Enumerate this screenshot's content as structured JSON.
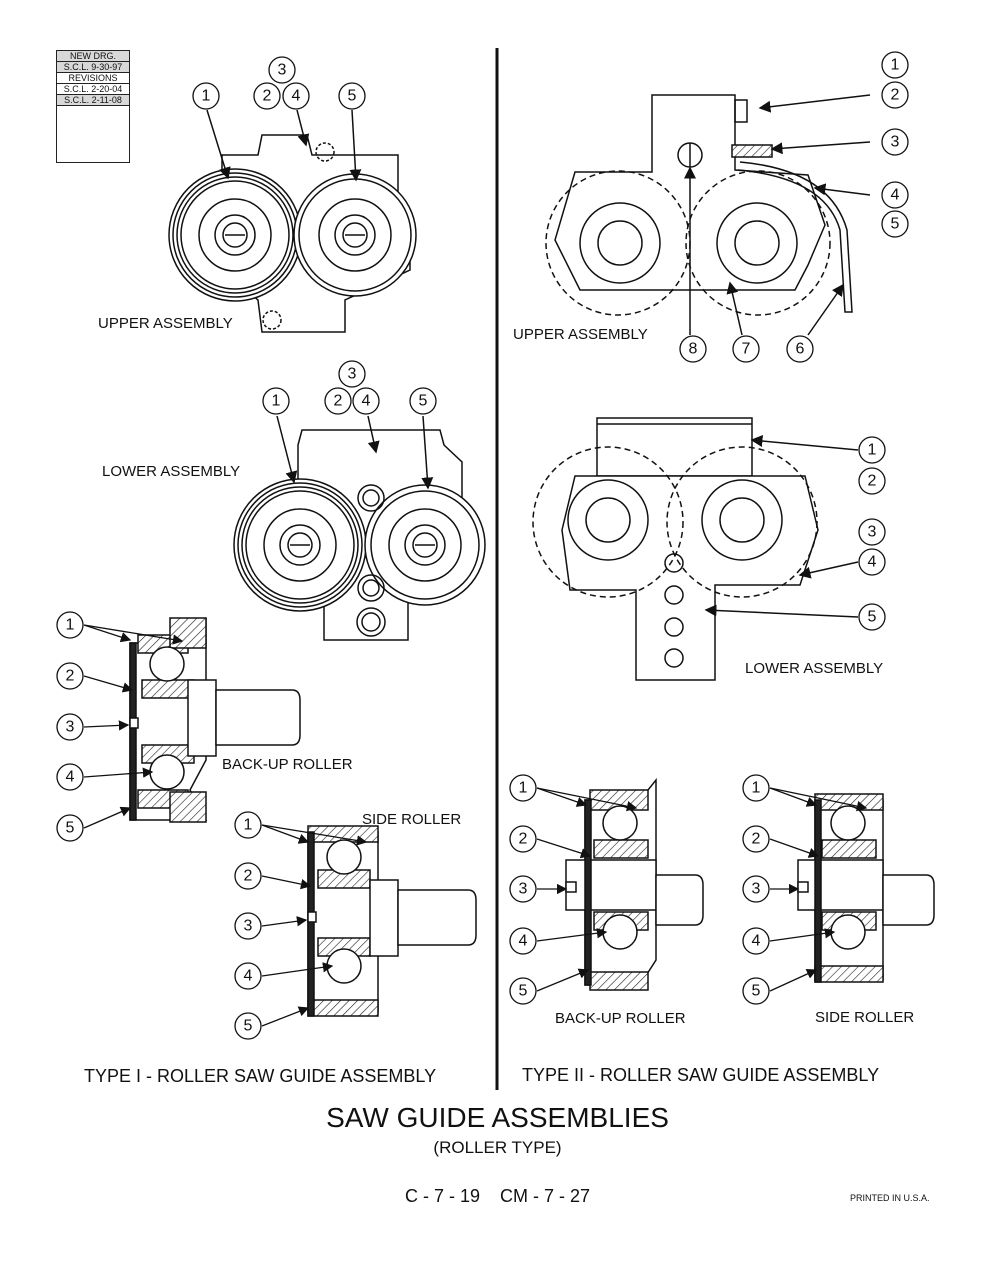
{
  "revisions": {
    "new_drg_label": "NEW DRG.",
    "new_drg_value": "S.C.L. 9-30-97",
    "revisions_label": "REVISIONS",
    "rev1": "S.C.L. 2-20-04",
    "rev2": "S.C.L. 2-11-08"
  },
  "type1": {
    "upper_label": "UPPER ASSEMBLY",
    "lower_label": "LOWER ASSEMBLY",
    "backup_label": "BACK-UP ROLLER",
    "side_label": "SIDE ROLLER",
    "caption": "TYPE I - ROLLER SAW GUIDE ASSEMBLY"
  },
  "type2": {
    "upper_label": "UPPER ASSEMBLY",
    "lower_label": "LOWER ASSEMBLY",
    "backup_label": "BACK-UP ROLLER",
    "side_label": "SIDE ROLLER",
    "caption": "TYPE II - ROLLER SAW GUIDE ASSEMBLY"
  },
  "callouts": [
    "1",
    "2",
    "3",
    "4",
    "5",
    "6",
    "7",
    "8"
  ],
  "title": "SAW GUIDE ASSEMBLIES",
  "subtitle": "(ROLLER TYPE)",
  "page_number": "C - 7 - 19    CM - 7 - 27",
  "printed": "PRINTED IN U.S.A."
}
